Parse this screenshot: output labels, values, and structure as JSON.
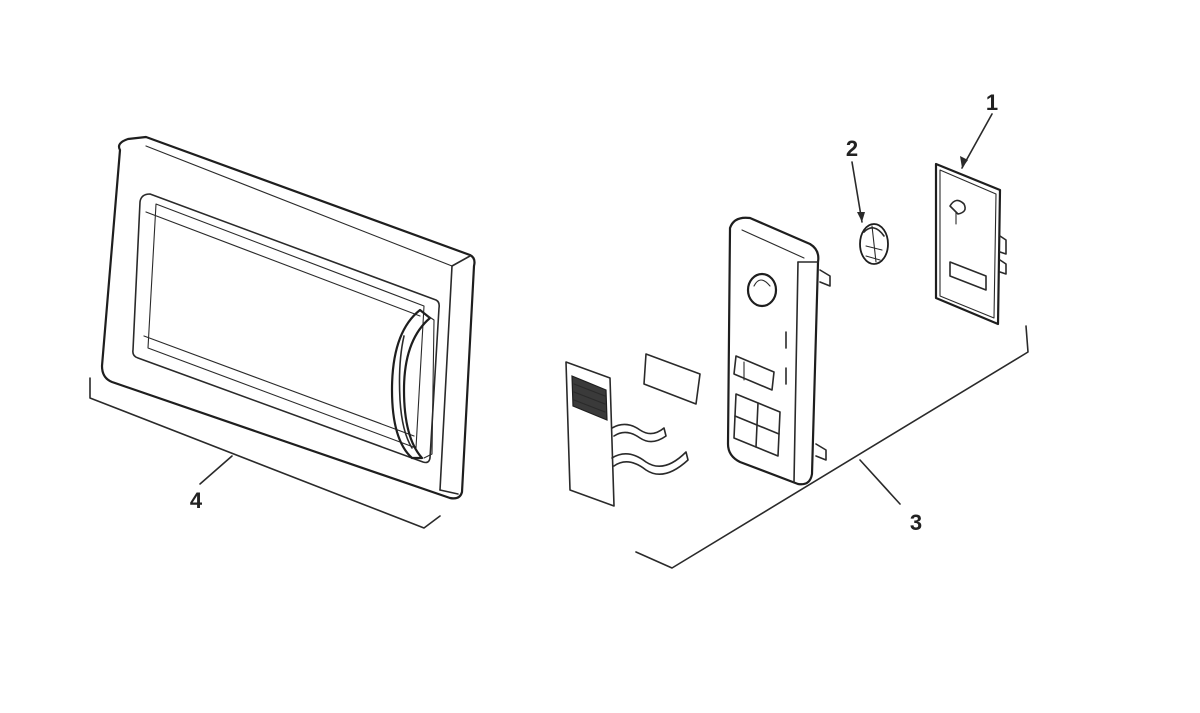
{
  "diagram": {
    "callouts": [
      {
        "id": "1",
        "label": "1"
      },
      {
        "id": "2",
        "label": "2"
      },
      {
        "id": "3",
        "label": "3"
      },
      {
        "id": "4",
        "label": "4"
      }
    ],
    "colors": {
      "line": "#2a2a2a",
      "background": "#ffffff",
      "dark_fill": "#3a3a3a"
    }
  }
}
